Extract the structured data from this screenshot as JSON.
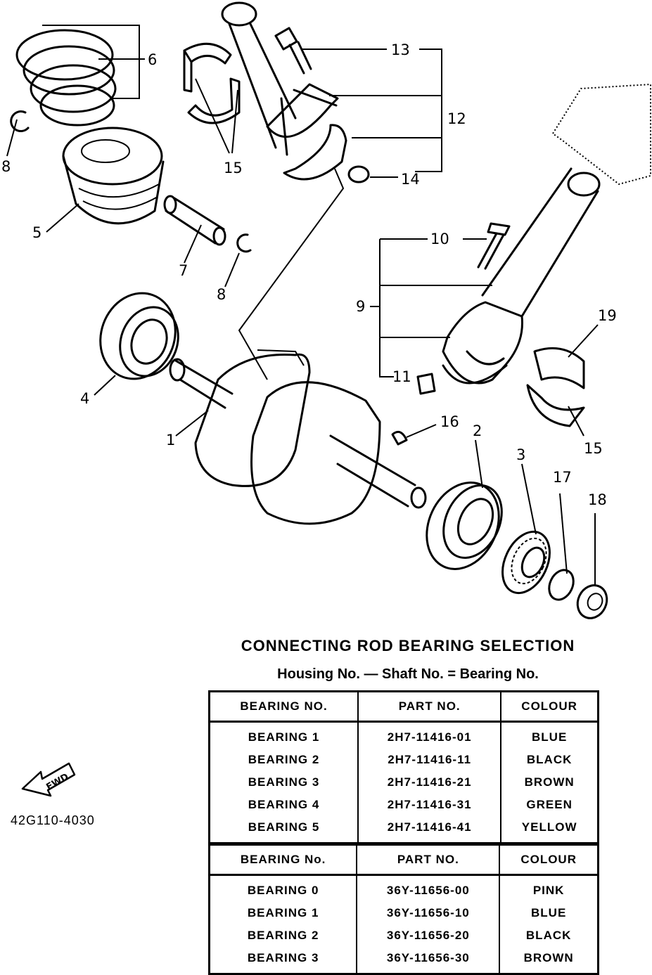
{
  "callouts": {
    "c1": "1",
    "c2": "2",
    "c3": "3",
    "c4": "4",
    "c5": "5",
    "c6": "6",
    "c7": "7",
    "c8a": "8",
    "c8b": "8",
    "c9": "9",
    "c10": "10",
    "c11": "11",
    "c12": "12",
    "c13": "13",
    "c14": "14",
    "c15a": "15",
    "c15b": "15",
    "c16": "16",
    "c17": "17",
    "c18": "18",
    "c19": "19"
  },
  "title": "CONNECTING ROD BEARING SELECTION",
  "formula": "Housing No. — Shaft No. = Bearing No.",
  "table1": {
    "headers": [
      "BEARING NO.",
      "PART NO.",
      "COLOUR"
    ],
    "rows": [
      [
        "BEARING 1",
        "2H7-11416-01",
        "BLUE"
      ],
      [
        "BEARING 2",
        "2H7-11416-11",
        "BLACK"
      ],
      [
        "BEARING 3",
        "2H7-11416-21",
        "BROWN"
      ],
      [
        "BEARING 4",
        "2H7-11416-31",
        "GREEN"
      ],
      [
        "BEARING 5",
        "2H7-11416-41",
        "YELLOW"
      ]
    ]
  },
  "table2": {
    "headers": [
      "BEARING No.",
      "PART NO.",
      "COLOUR"
    ],
    "rows": [
      [
        "BEARING 0",
        "36Y-11656-00",
        "PINK"
      ],
      [
        "BEARING 1",
        "36Y-11656-10",
        "BLUE"
      ],
      [
        "BEARING 2",
        "36Y-11656-20",
        "BLACK"
      ],
      [
        "BEARING 3",
        "36Y-11656-30",
        "BROWN"
      ]
    ]
  },
  "fwd_label": "FWD",
  "doc_number": "42G110-4030"
}
